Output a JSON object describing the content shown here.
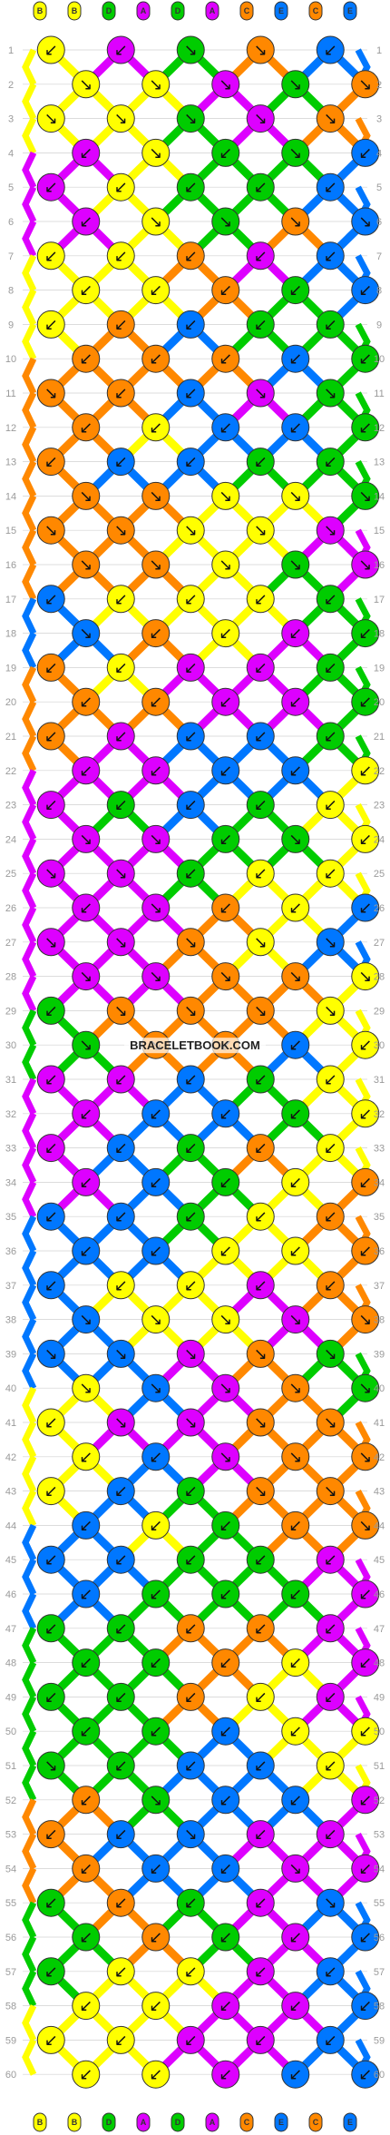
{
  "site": {
    "watermark": "BRACELETBOOK.COM"
  },
  "colors": {
    "B": "#ffff00",
    "D": "#00cc00",
    "A": "#dd00ff",
    "C": "#ff8800",
    "E": "#0077ff"
  },
  "strings": {
    "top": [
      "B",
      "B",
      "D",
      "A",
      "D",
      "A",
      "C",
      "E",
      "C",
      "E"
    ],
    "bottom": [
      "B",
      "B",
      "D",
      "A",
      "D",
      "A",
      "C",
      "E",
      "C",
      "E"
    ]
  },
  "rows": {
    "count": 60,
    "labels": [
      "1",
      "2",
      "3",
      "4",
      "5",
      "6",
      "7",
      "8",
      "9",
      "10",
      "11",
      "12",
      "13",
      "14",
      "15",
      "16",
      "17",
      "18",
      "19",
      "20",
      "21",
      "22",
      "23",
      "24",
      "25",
      "26",
      "27",
      "28",
      "29",
      "30",
      "31",
      "32",
      "33",
      "34",
      "35",
      "36",
      "37",
      "38",
      "39",
      "40",
      "41",
      "42",
      "43",
      "44",
      "45",
      "46",
      "47",
      "48",
      "49",
      "50",
      "51",
      "52",
      "53",
      "54",
      "55",
      "56",
      "57",
      "58",
      "59",
      "60"
    ]
  },
  "knots": [
    [
      "B",
      "A",
      "D",
      "C",
      "E"
    ],
    [
      "B",
      "B",
      "A",
      "D",
      "C"
    ],
    [
      "B",
      "B",
      "D",
      "A",
      "C"
    ],
    [
      "A",
      "B",
      "D",
      "D",
      "E"
    ],
    [
      "A",
      "B",
      "D",
      "D",
      "E"
    ],
    [
      "A",
      "B",
      "D",
      "C",
      "E"
    ],
    [
      "B",
      "B",
      "C",
      "A",
      "E"
    ],
    [
      "B",
      "B",
      "C",
      "D",
      "E"
    ],
    [
      "B",
      "C",
      "E",
      "D",
      "D"
    ],
    [
      "C",
      "C",
      "C",
      "E",
      "D"
    ],
    [
      "C",
      "C",
      "E",
      "A",
      "D"
    ],
    [
      "C",
      "B",
      "E",
      "E",
      "D"
    ],
    [
      "C",
      "E",
      "E",
      "D",
      "D"
    ],
    [
      "C",
      "C",
      "B",
      "B",
      "D"
    ],
    [
      "C",
      "C",
      "B",
      "B",
      "A"
    ],
    [
      "C",
      "C",
      "B",
      "D",
      "A"
    ],
    [
      "E",
      "B",
      "B",
      "B",
      "D"
    ],
    [
      "E",
      "C",
      "B",
      "A",
      "D"
    ],
    [
      "C",
      "B",
      "A",
      "A",
      "D"
    ],
    [
      "C",
      "C",
      "A",
      "A",
      "D"
    ],
    [
      "C",
      "A",
      "E",
      "E",
      "D"
    ],
    [
      "A",
      "A",
      "E",
      "E",
      "B"
    ],
    [
      "A",
      "D",
      "E",
      "D",
      "B"
    ],
    [
      "A",
      "A",
      "D",
      "D",
      "B"
    ],
    [
      "A",
      "A",
      "D",
      "B",
      "B"
    ],
    [
      "A",
      "A",
      "C",
      "B",
      "E"
    ],
    [
      "A",
      "A",
      "C",
      "B",
      "E"
    ],
    [
      "A",
      "A",
      "C",
      "C",
      "B"
    ],
    [
      "D",
      "C",
      "C",
      "C",
      "B"
    ],
    [
      "D",
      "C",
      "C",
      "E",
      "B"
    ],
    [
      "A",
      "A",
      "E",
      "D",
      "B"
    ],
    [
      "A",
      "E",
      "E",
      "D",
      "B"
    ],
    [
      "A",
      "E",
      "D",
      "C",
      "B"
    ],
    [
      "A",
      "E",
      "D",
      "B",
      "C"
    ],
    [
      "E",
      "E",
      "D",
      "B",
      "C"
    ],
    [
      "E",
      "E",
      "B",
      "B",
      "C"
    ],
    [
      "E",
      "B",
      "B",
      "A",
      "C"
    ],
    [
      "E",
      "B",
      "B",
      "A",
      "C"
    ],
    [
      "E",
      "E",
      "A",
      "C",
      "D"
    ],
    [
      "B",
      "E",
      "A",
      "C",
      "D"
    ],
    [
      "B",
      "A",
      "A",
      "C",
      "C"
    ],
    [
      "B",
      "E",
      "A",
      "C",
      "C"
    ],
    [
      "B",
      "E",
      "D",
      "C",
      "C"
    ],
    [
      "E",
      "B",
      "D",
      "C",
      "C"
    ],
    [
      "E",
      "E",
      "D",
      "D",
      "A"
    ],
    [
      "E",
      "D",
      "D",
      "D",
      "A"
    ],
    [
      "D",
      "D",
      "C",
      "C",
      "A"
    ],
    [
      "D",
      "D",
      "C",
      "B",
      "A"
    ],
    [
      "D",
      "D",
      "C",
      "B",
      "A"
    ],
    [
      "D",
      "D",
      "E",
      "B",
      "B"
    ],
    [
      "D",
      "D",
      "E",
      "E",
      "B"
    ],
    [
      "C",
      "D",
      "E",
      "E",
      "A"
    ],
    [
      "C",
      "E",
      "E",
      "A",
      "A"
    ],
    [
      "C",
      "E",
      "E",
      "A",
      "A"
    ],
    [
      "D",
      "C",
      "D",
      "A",
      "E"
    ],
    [
      "D",
      "C",
      "D",
      "A",
      "E"
    ],
    [
      "D",
      "B",
      "B",
      "A",
      "E"
    ],
    [
      "B",
      "B",
      "A",
      "A",
      "E"
    ],
    [
      "B",
      "B",
      "A",
      "A",
      "E"
    ],
    [
      "B",
      "B",
      "A",
      "E",
      "E"
    ]
  ],
  "arrows": [
    [
      "↙",
      "↙",
      "↘",
      "↘",
      "↙"
    ],
    [
      "↘",
      "↘",
      "↘",
      "↘",
      "↘"
    ],
    [
      "↘",
      "↘",
      "↘",
      "↘",
      "↘"
    ],
    [
      "↙",
      "↘",
      "↙",
      "↘",
      "↙"
    ],
    [
      "↙",
      "↙",
      "↙",
      "↙",
      "↙"
    ],
    [
      "↙",
      "↘",
      "↘",
      "↘",
      "↘"
    ],
    [
      "↙",
      "↙",
      "↙",
      "↙",
      "↙"
    ],
    [
      "↙",
      "↙",
      "↙",
      "↙",
      "↙"
    ],
    [
      "↙",
      "↙",
      "↙",
      "↙",
      "↙"
    ],
    [
      "↙",
      "↙",
      "↙",
      "↙",
      "↙"
    ],
    [
      "↘",
      "↙",
      "↙",
      "↘",
      "↘"
    ],
    [
      "↙",
      "↙",
      "↙",
      "↙",
      "↙"
    ],
    [
      "↙",
      "↙",
      "↙",
      "↙",
      "↙"
    ],
    [
      "↘",
      "↘",
      "↘",
      "↘",
      "↘"
    ],
    [
      "↘",
      "↘",
      "↘",
      "↘",
      "↘"
    ],
    [
      "↘",
      "↘",
      "↘",
      "↘",
      "↘"
    ],
    [
      "↙",
      "↙",
      "↙",
      "↙",
      "↙"
    ],
    [
      "↘",
      "↙",
      "↙",
      "↙",
      "↙"
    ],
    [
      "↙",
      "↙",
      "↙",
      "↙",
      "↙"
    ],
    [
      "↙",
      "↙",
      "↙",
      "↙",
      "↙"
    ],
    [
      "↙",
      "↙",
      "↙",
      "↙",
      "↙"
    ],
    [
      "↙",
      "↙",
      "↙",
      "↙",
      "↙"
    ],
    [
      "↙",
      "↙",
      "↙",
      "↙",
      "↙"
    ],
    [
      "↘",
      "↘",
      "↙",
      "↘",
      "↙"
    ],
    [
      "↘",
      "↘",
      "↙",
      "↙",
      "↙"
    ],
    [
      "↙",
      "↘",
      "↙",
      "↙",
      "↙"
    ],
    [
      "↘",
      "↘",
      "↘",
      "↘",
      "↘"
    ],
    [
      "↘",
      "↘",
      "↘",
      "↘",
      "↘"
    ],
    [
      "↙",
      "↘",
      "↘",
      "↘",
      "↘"
    ],
    [
      "↘",
      "↘",
      "↙",
      "↙",
      "↙"
    ],
    [
      "↙",
      "↙",
      "↙",
      "↙",
      "↙"
    ],
    [
      "↙",
      "↙",
      "↙",
      "↙",
      "↙"
    ],
    [
      "↙",
      "↙",
      "↙",
      "↙",
      "↙"
    ],
    [
      "↙",
      "↙",
      "↙",
      "↙",
      "↙"
    ],
    [
      "↙",
      "↙",
      "↙",
      "↙",
      "↙"
    ],
    [
      "↙",
      "↙",
      "↙",
      "↙",
      "↙"
    ],
    [
      "↙",
      "↙",
      "↙",
      "↙",
      "↙"
    ],
    [
      "↘",
      "↘",
      "↘",
      "↘",
      "↘"
    ],
    [
      "↘",
      "↘",
      "↘",
      "↘",
      "↘"
    ],
    [
      "↘",
      "↘",
      "↘",
      "↘",
      "↘"
    ],
    [
      "↙",
      "↘",
      "↘",
      "↘",
      "↘"
    ],
    [
      "↙",
      "↙",
      "↘",
      "↘",
      "↘"
    ],
    [
      "↙",
      "↙",
      "↙",
      "↘",
      "↘"
    ],
    [
      "↙",
      "↙",
      "↙",
      "↙",
      "↘"
    ],
    [
      "↙",
      "↙",
      "↙",
      "↙",
      "↙"
    ],
    [
      "↙",
      "↙",
      "↙",
      "↙",
      "↙"
    ],
    [
      "↙",
      "↙",
      "↙",
      "↙",
      "↙"
    ],
    [
      "↙",
      "↙",
      "↙",
      "↙",
      "↙"
    ],
    [
      "↙",
      "↙",
      "↙",
      "↙",
      "↙"
    ],
    [
      "↙",
      "↙",
      "↙",
      "↙",
      "↙"
    ],
    [
      "↘",
      "↙",
      "↙",
      "↙",
      "↙"
    ],
    [
      "↙",
      "↘",
      "↙",
      "↙",
      "↙"
    ],
    [
      "↙",
      "↙",
      "↘",
      "↙",
      "↙"
    ],
    [
      "↙",
      "↙",
      "↙",
      "↘",
      "↙"
    ],
    [
      "↙",
      "↙",
      "↙",
      "↙",
      "↘"
    ],
    [
      "↙",
      "↙",
      "↙",
      "↙",
      "↙"
    ],
    [
      "↙",
      "↙",
      "↙",
      "↙",
      "↙"
    ],
    [
      "↙",
      "↙",
      "↙",
      "↙",
      "↙"
    ],
    [
      "↙",
      "↙",
      "↙",
      "↙",
      "↙"
    ],
    [
      "↙",
      "↙",
      "↙",
      "↙",
      "↙"
    ]
  ]
}
